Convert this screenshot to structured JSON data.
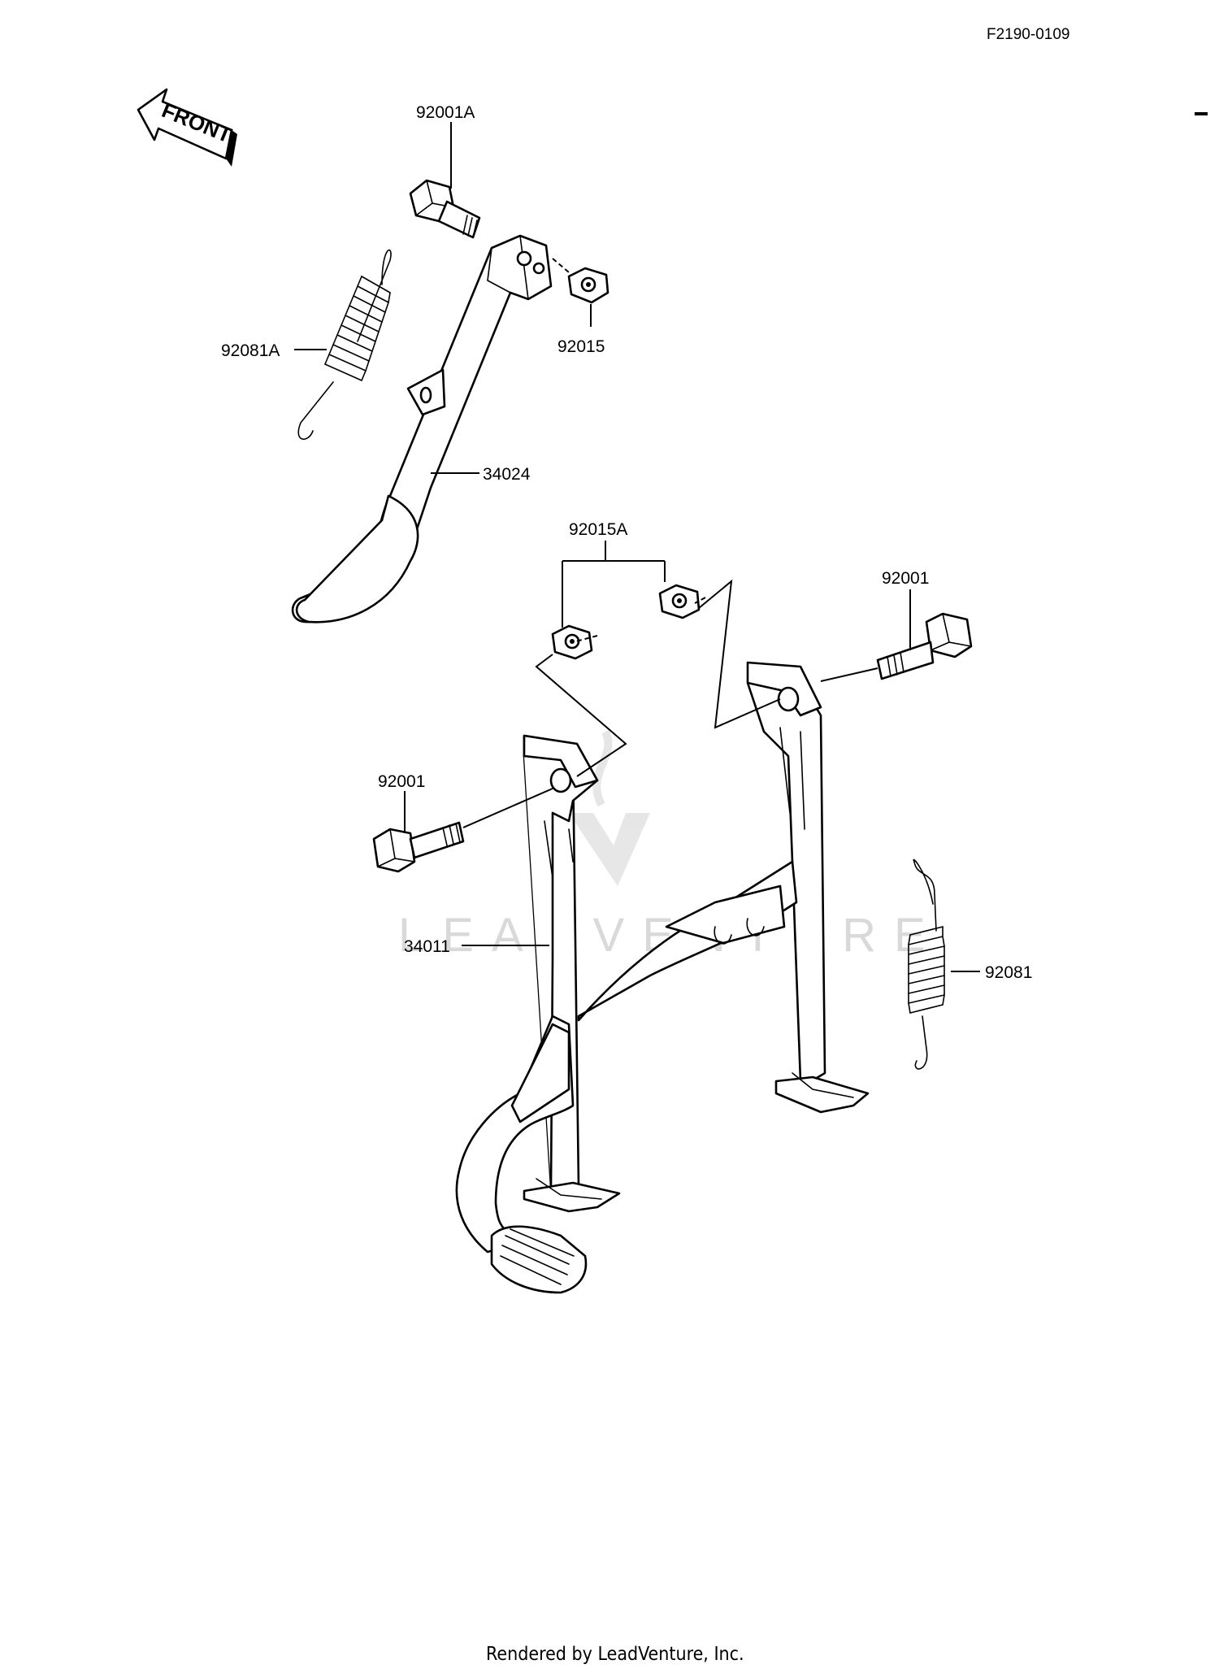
{
  "diagram_code": "F2190-0109",
  "front_label": "FRONT",
  "watermark": "LEADVENTURE",
  "footer": "Rendered by LeadVenture, Inc.",
  "parts": {
    "p92001A": "92001A",
    "p92081A": "92081A",
    "p92015": "92015",
    "p34024": "34024",
    "p92015A": "92015A",
    "p92001_right": "92001",
    "p92001_left": "92001",
    "p34011": "34011",
    "p92081": "92081"
  }
}
